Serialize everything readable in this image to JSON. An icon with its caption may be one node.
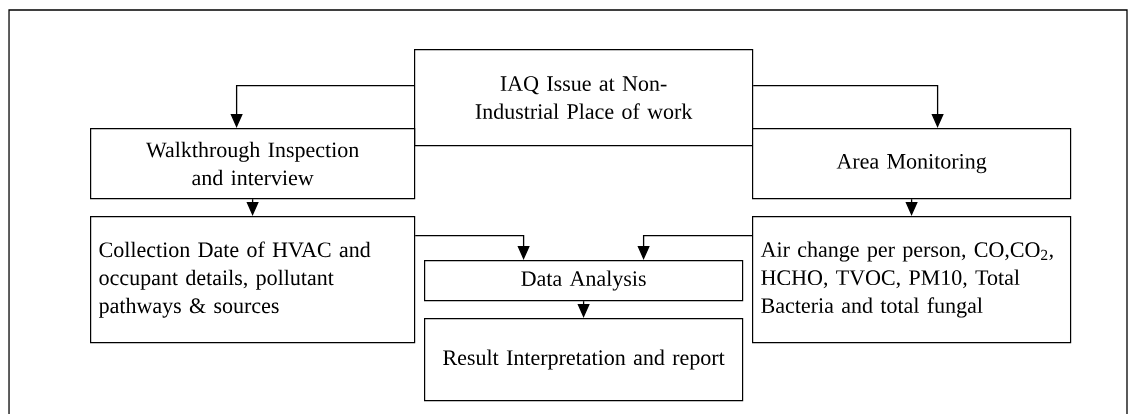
{
  "diagram": {
    "nodes": [
      {
        "text": [
          "IAQ Issue at Non-Industrial Place of work"
        ]
      },
      {
        "text": [
          "Walkthrough Inspection and interview"
        ]
      },
      {
        "text": [
          "Collection Date of HVAC and occupant details, pollutant pathways & sources"
        ]
      },
      {
        "text": [
          "Area Monitoring"
        ]
      },
      {
        "text": [
          "Air change per person, CO,CO$_{2}$, HCHO, TVOC, PM10, Total Bacteria and total fungal"
        ]
      },
      {
        "text": [
          "Data Analysis"
        ]
      },
      {
        "text": [
          "Result Interpretation and report"
        ]
      }
    ],
    "edges": [
      {
        "from": 0,
        "to": 1,
        "arrow": "to"
      },
      {
        "from": 0,
        "to": 3,
        "arrow": "to"
      },
      {
        "from": 1,
        "to": 2,
        "arrow": "to"
      },
      {
        "from": 3,
        "to": 4,
        "arrow": "to"
      },
      {
        "from": 2,
        "to": 5,
        "arrow": "to"
      },
      {
        "from": 4,
        "to": 5,
        "arrow": "to"
      },
      {
        "from": 5,
        "to": 6,
        "arrow": "to"
      }
    ]
  }
}
